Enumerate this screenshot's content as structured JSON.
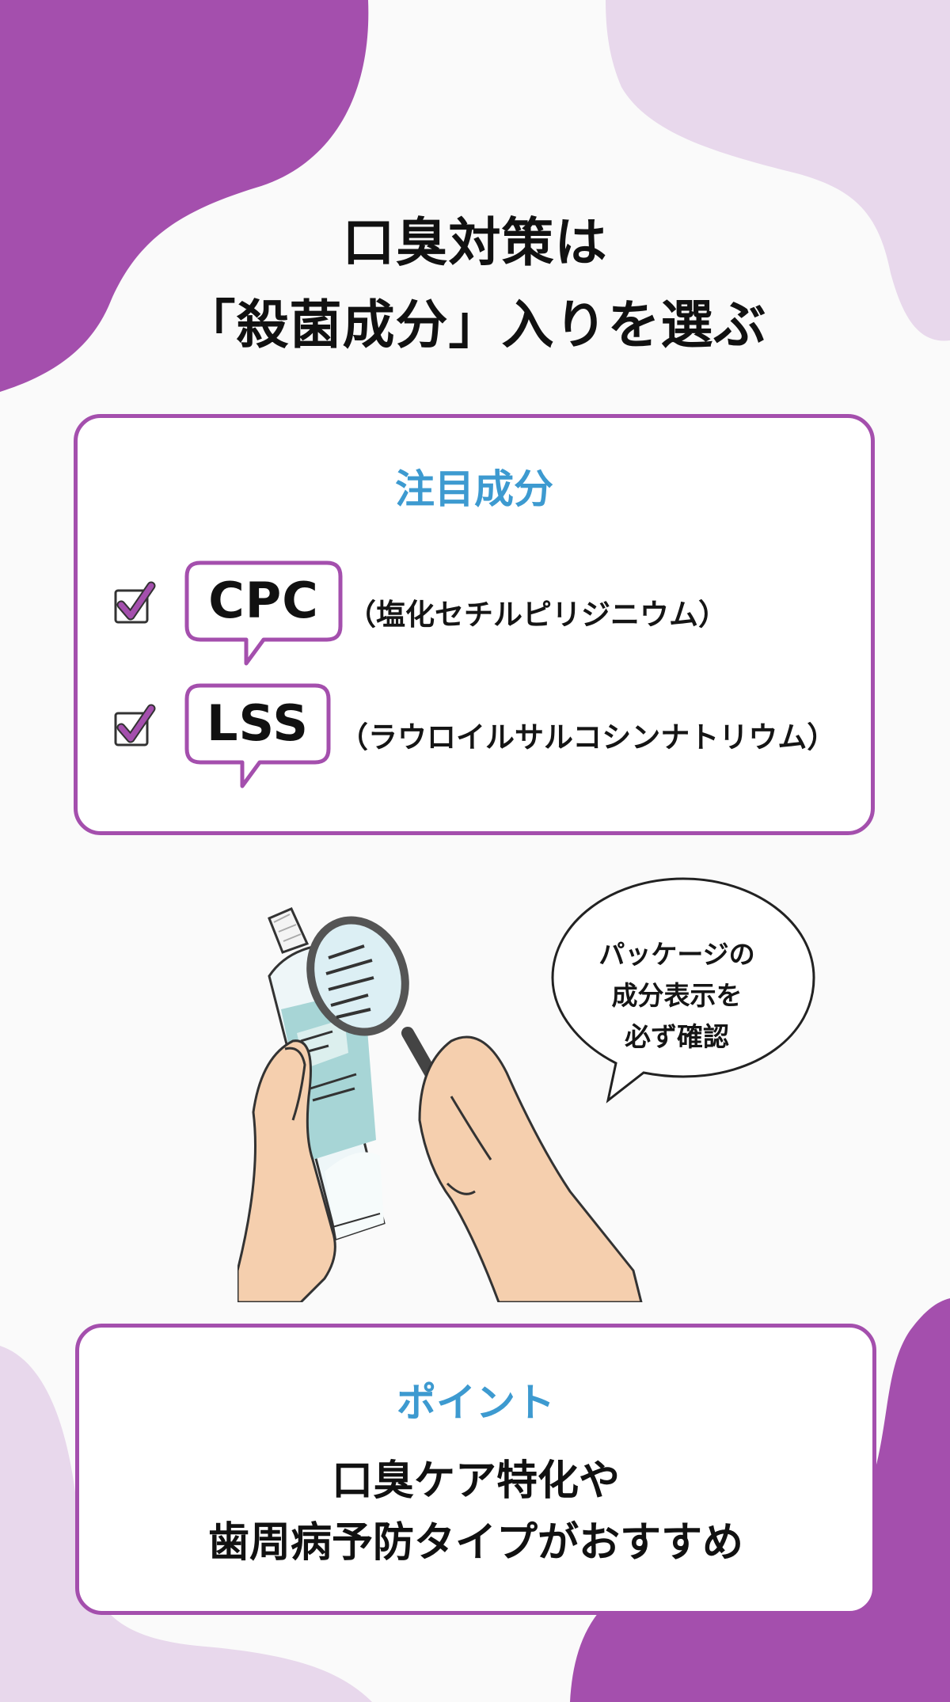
{
  "colors": {
    "purple_dark": "#a44fad",
    "purple_light": "#e8d8ec",
    "heading_blue": "#3d9ad0",
    "text": "#111111",
    "background": "#fafafa"
  },
  "title": {
    "line1": "口臭対策は",
    "line2": "「殺菌成分」入りを選ぶ"
  },
  "ingredients_card": {
    "heading": "注目成分",
    "items": [
      {
        "checked": true,
        "icon": "checkbox-checked-icon",
        "abbr": "CPC",
        "full_name": "（塩化セチルピリジニウム）"
      },
      {
        "checked": true,
        "icon": "checkbox-checked-icon",
        "abbr": "LSS",
        "full_name": "（ラウロイルサルコシンナトリウム）"
      }
    ]
  },
  "illustration": {
    "description": "hands-holding-toothpaste-with-magnifying-glass",
    "speech_bubble": {
      "line1": "パッケージの",
      "line2": "成分表示を",
      "line3": "必ず確認"
    }
  },
  "point_card": {
    "heading": "ポイント",
    "line1": "口臭ケア特化や",
    "line2": "歯周病予防タイプがおすすめ"
  }
}
